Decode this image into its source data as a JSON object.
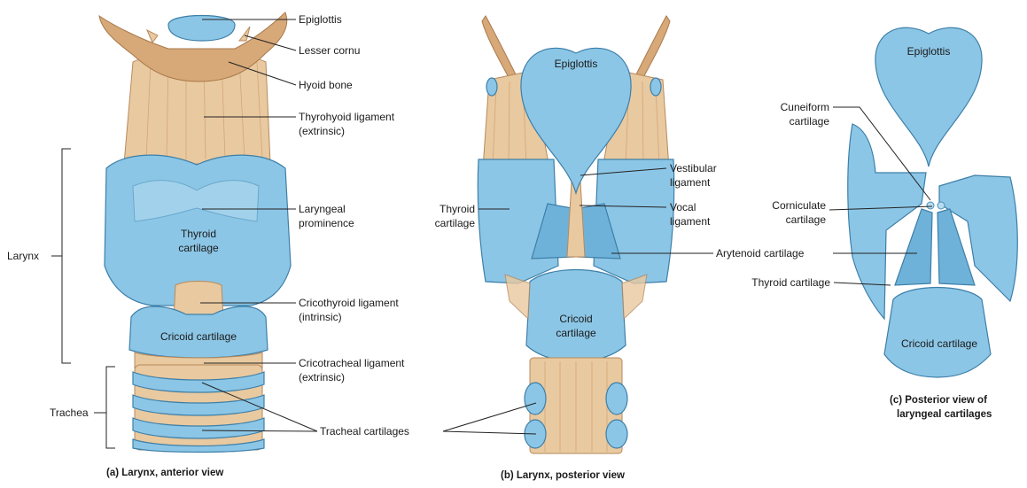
{
  "panels": {
    "a": {
      "caption": "(a) Larynx, anterior view",
      "labels": {
        "epiglottis": "Epiglottis",
        "lesser_cornu": "Lesser cornu",
        "hyoid_bone": "Hyoid bone",
        "thyrohyoid_1": "Thyrohyoid ligament",
        "thyrohyoid_2": "(extrinsic)",
        "laryngeal_prom_1": "Laryngeal",
        "laryngeal_prom_2": "prominence",
        "thyroid_1": "Thyroid",
        "thyroid_2": "cartilage",
        "cricothyroid_1": "Cricothyroid ligament",
        "cricothyroid_2": "(intrinsic)",
        "cricoid": "Cricoid cartilage",
        "cricotracheal_1": "Cricotracheal ligament",
        "cricotracheal_2": "(extrinsic)",
        "larynx": "Larynx",
        "trachea": "Trachea",
        "tracheal_cartilages": "Tracheal cartilages"
      }
    },
    "b": {
      "caption": "(b) Larynx, posterior view",
      "labels": {
        "epiglottis": "Epiglottis",
        "thyroid_1": "Thyroid",
        "thyroid_2": "cartilage",
        "vestibular_1": "Vestibular",
        "vestibular_2": "ligament",
        "vocal_1": "Vocal",
        "vocal_2": "ligament",
        "arytenoid": "Arytenoid cartilage",
        "cricoid_1": "Cricoid",
        "cricoid_2": "cartilage"
      }
    },
    "c": {
      "caption_1": "(c) Posterior view of",
      "caption_2": "laryngeal cartilages",
      "labels": {
        "epiglottis": "Epiglottis",
        "cuneiform_1": "Cuneiform",
        "cuneiform_2": "cartilage",
        "corniculate_1": "Corniculate",
        "corniculate_2": "cartilage",
        "thyroid": "Thyroid cartilage",
        "cricoid": "Cricoid cartilage"
      }
    }
  },
  "colors": {
    "cartilage": "#8cc6e6",
    "ligament": "#e9c9a0",
    "outline": "#3d7fa8"
  }
}
